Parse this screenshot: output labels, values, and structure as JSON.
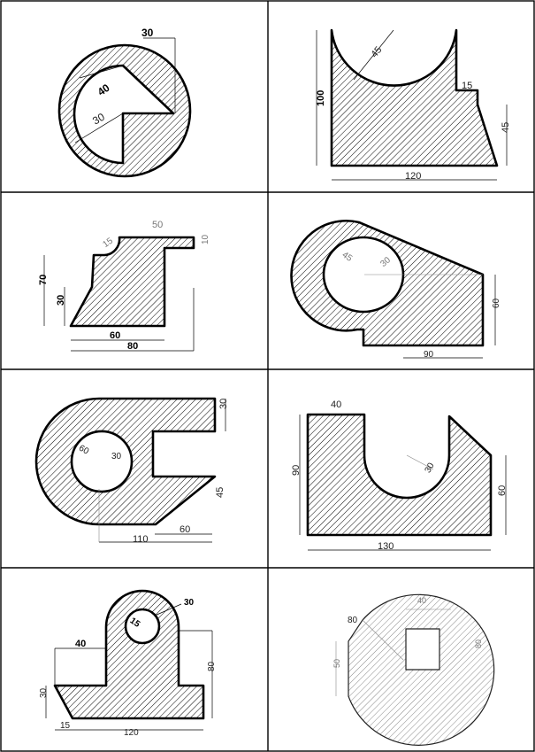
{
  "panels": [
    {
      "id": "p1",
      "labels": {
        "top": "30",
        "radius_outer": "40",
        "radius_inner": "30"
      }
    },
    {
      "id": "p2",
      "labels": {
        "arc": "45",
        "height": "100",
        "step": "15",
        "slope": "45",
        "width": "120"
      }
    },
    {
      "id": "p3",
      "labels": {
        "top": "50",
        "arc": "15",
        "right": "10",
        "height": "70",
        "lower": "30",
        "inner_width": "60",
        "outer_width": "80"
      }
    },
    {
      "id": "p4",
      "labels": {
        "outer": "45",
        "inner": "30",
        "height": "60",
        "width": "90"
      }
    },
    {
      "id": "p5",
      "labels": {
        "outer": "60",
        "inner": "30",
        "slot": "30",
        "slope": "45",
        "inner_width": "60",
        "width": "110"
      }
    },
    {
      "id": "p6",
      "labels": {
        "top": "40",
        "height": "90",
        "radius": "30",
        "right": "60",
        "width": "130"
      }
    },
    {
      "id": "p7",
      "labels": {
        "outer": "30",
        "hole": "15",
        "step": "40",
        "height": "80",
        "left": "30",
        "chamfer": "15",
        "width": "120"
      }
    },
    {
      "id": "p8",
      "labels": {
        "top": "40",
        "radius": "80",
        "left": "50",
        "right": "80"
      }
    }
  ]
}
